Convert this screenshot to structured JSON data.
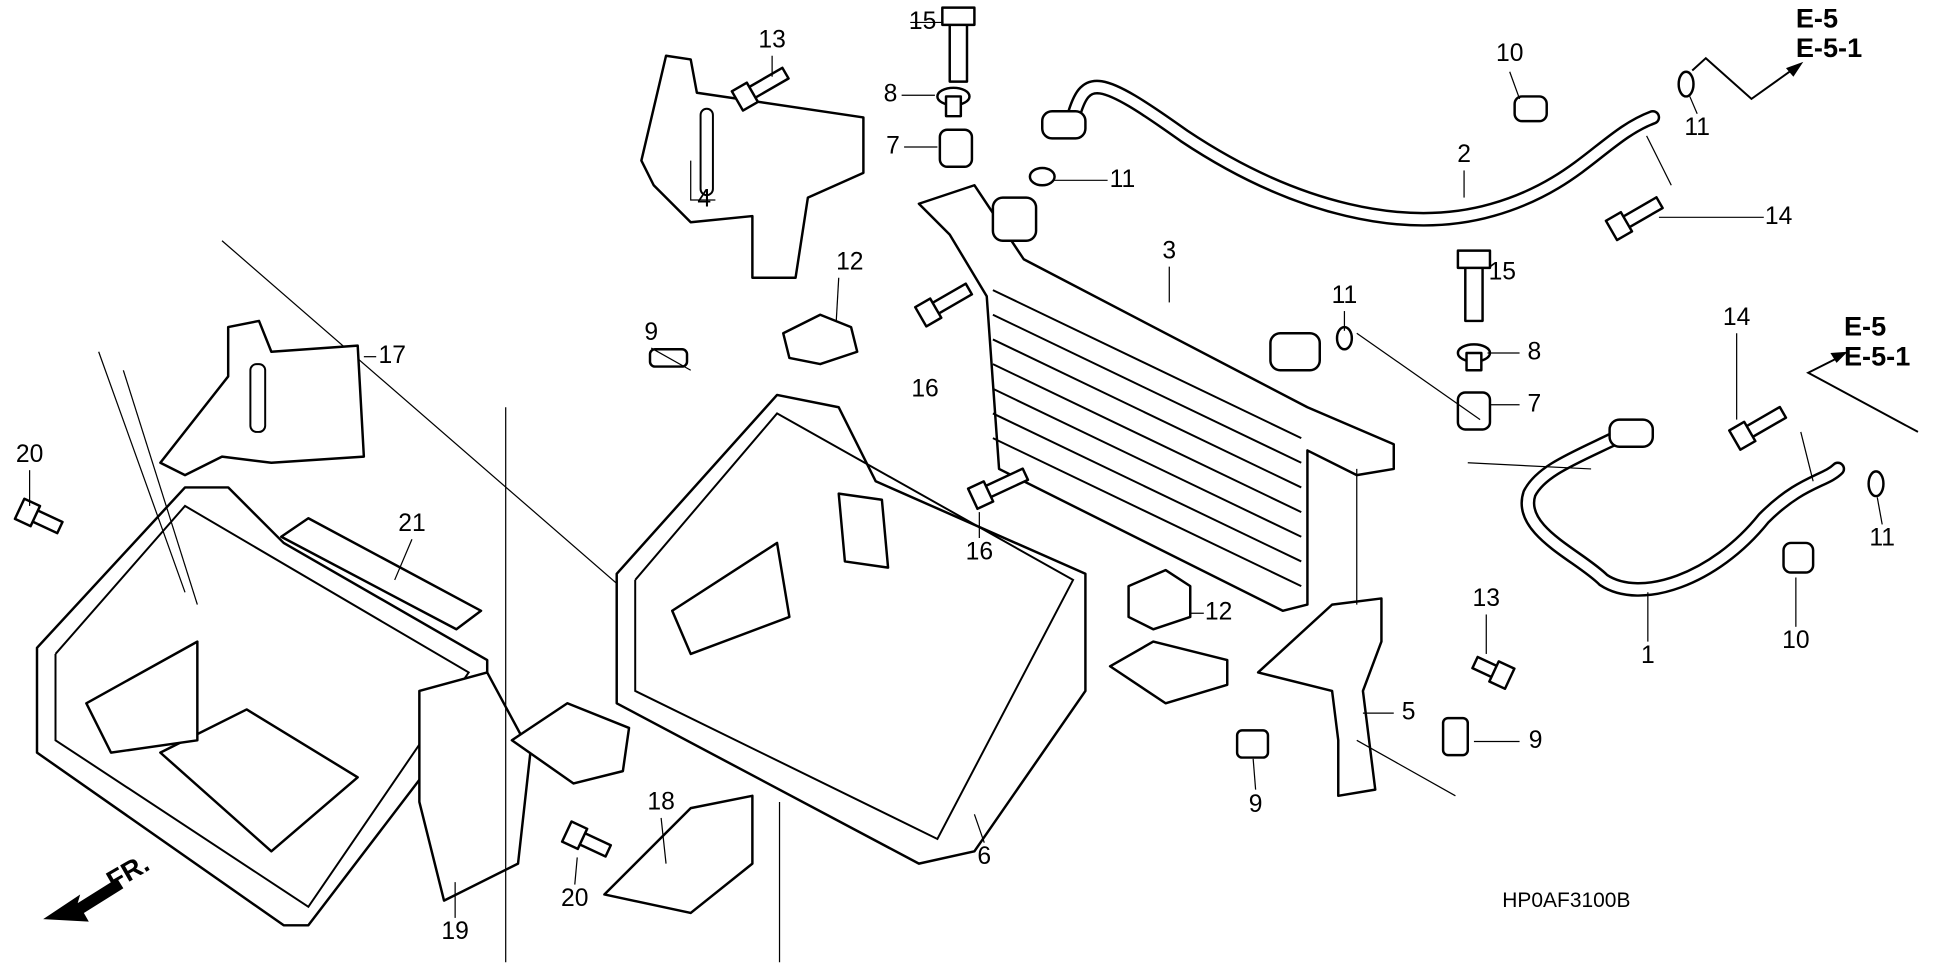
{
  "diagram": {
    "callouts": [
      "15",
      "13",
      "8",
      "7",
      "4",
      "11",
      "10",
      "2",
      "11",
      "14",
      "3",
      "12",
      "15",
      "11",
      "9",
      "16",
      "8",
      "7",
      "17",
      "14",
      "20",
      "21",
      "16",
      "11",
      "13",
      "12",
      "1",
      "10",
      "5",
      "9",
      "9",
      "6",
      "18",
      "20",
      "19"
    ],
    "references": {
      "upper": [
        "E-5",
        "E-5-1"
      ],
      "lower": [
        "E-5",
        "E-5-1"
      ]
    },
    "front_indicator": "FR.",
    "diagram_code": "HP0AF3100B"
  }
}
